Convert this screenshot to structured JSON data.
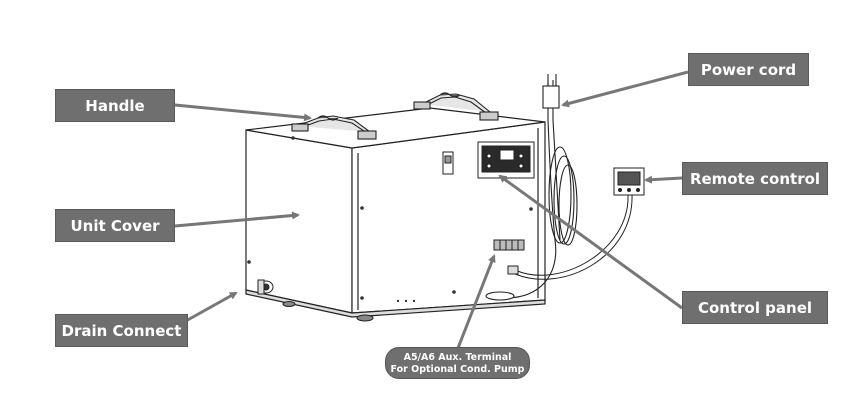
{
  "labels": {
    "handle": "Handle",
    "unit_cover": "Unit Cover",
    "drain_connect": "Drain Connect",
    "power_cord": "Power cord",
    "remote_control": "Remote control",
    "control_panel": "Control panel",
    "aux_terminal_line1": "A5/A6 Aux. Terminal",
    "aux_terminal_line2": "For Optional Cond. Pump"
  },
  "colors": {
    "label_bg": "#6f6f6f",
    "label_text": "#ffffff",
    "line": "#222222",
    "pointer": "#777777"
  }
}
